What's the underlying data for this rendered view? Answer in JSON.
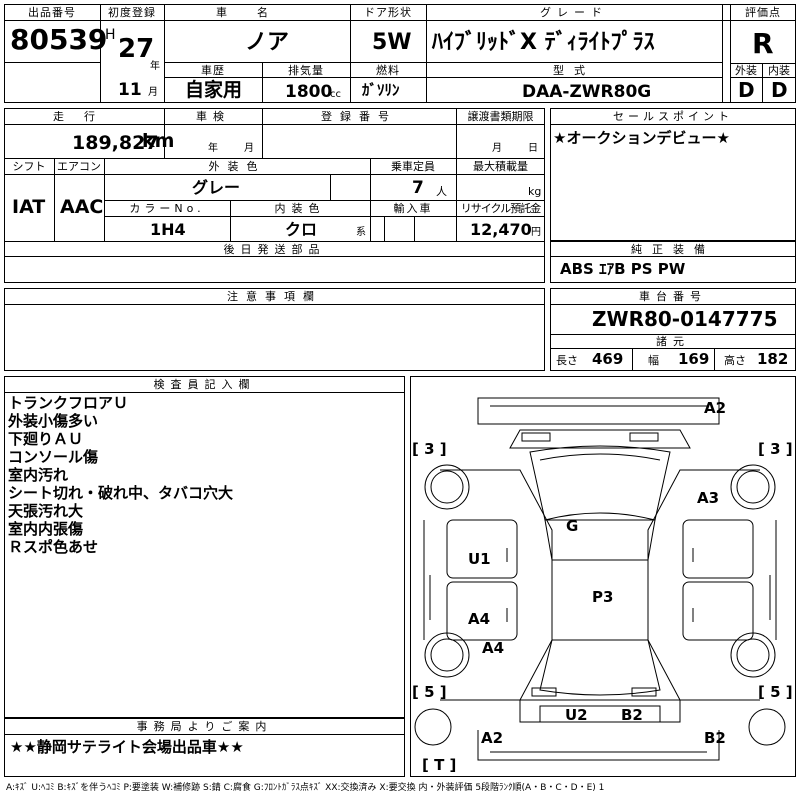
{
  "header": {
    "lot_label": "出品番号",
    "lot_value": "80539",
    "first_reg_label": "初度登録",
    "era": "H",
    "year": "27",
    "year_unit": "年",
    "month": "11",
    "month_unit": "月",
    "car_name_label": "車名",
    "car_name_value": "ノア",
    "door_label": "ドア形状",
    "door_value": "5W",
    "grade_label": "グレード",
    "grade_value": "ﾊｲﾌﾞﾘｯﾄﾞX ﾃﾞｨﾗｲﾄﾌﾟﾗｽ",
    "score_label": "評価点",
    "score_value": "R",
    "history_label": "車歴",
    "history_value": "自家用",
    "displacement_label": "排気量",
    "displacement_value": "1800",
    "displacement_unit": "cc",
    "fuel_label": "燃料",
    "fuel_value": "ｶﾞｿﾘﾝ",
    "model_label": "型式",
    "model_value": "DAA-ZWR80G",
    "exterior_label": "外装",
    "interior_label": "内装",
    "exterior_value": "D",
    "interior_value": "D"
  },
  "specs": {
    "mileage_label": "走行",
    "mileage_value": "189,827",
    "mileage_unit": "km",
    "inspection_label": "車検",
    "inspection_year": "年",
    "inspection_month": "月",
    "reg_no_label": "登録番号",
    "transfer_label": "譲渡書類期限",
    "transfer_month": "月",
    "transfer_day": "日",
    "shift_label": "シフト",
    "shift_value": "IAT",
    "ac_label": "エアコン",
    "ac_value": "AAC",
    "ext_color_label": "外装色",
    "ext_color_value": "グレー",
    "capacity_label": "乗車定員",
    "capacity_value": "7",
    "capacity_unit": "人",
    "load_label": "最大積載量",
    "load_unit": "kg",
    "color_no_label": "カラーNo.",
    "color_no_value": "1H4",
    "int_color_label": "内装色",
    "int_color_value": "クロ",
    "int_color_unit": "系",
    "import_label": "輸入車",
    "recycle_label": "リサイクル預託金",
    "recycle_value": "12,470",
    "recycle_unit": "円",
    "later_parts_label": "後日発送部品"
  },
  "sales_point": {
    "label": "セールスポイント",
    "text": "★オークションデビュー★"
  },
  "equipment": {
    "label": "純正装備",
    "text": "ABS ｴｱB PS PW"
  },
  "notes": {
    "label": "注意事項欄"
  },
  "chassis": {
    "label": "車台番号",
    "value": "ZWR80-0147775",
    "dims_label": "諸元",
    "length_label": "長さ",
    "length_value": "469",
    "width_label": "幅",
    "width_value": "169",
    "height_label": "高さ",
    "height_value": "182"
  },
  "inspector": {
    "label": "検査員記入欄",
    "lines": [
      "トランクフロアＵ",
      "外装小傷多い",
      "下廻りＡＵ",
      "コンソール傷",
      "室内汚れ",
      "シート切れ・破れ中、タバコ穴大",
      "天張汚れ大",
      "室内内張傷",
      "Ｒスポ色あせ"
    ]
  },
  "office": {
    "label": "事務局よりご案内",
    "text": "★★静岡サテライト会場出品車★★"
  },
  "diagram": {
    "bracket_left_top": "[ 3 ]",
    "bracket_right_top": "[ 3 ]",
    "bracket_left_bottom": "[ 5 ]",
    "bracket_right_bottom": "[ 5 ]",
    "bracket_bottom": "[ T ]",
    "marks": {
      "a2_top": "A2",
      "a3": "A3",
      "g": "G",
      "u1": "U1",
      "p3": "P3",
      "a4_a": "A4",
      "a4_b": "A4",
      "u2": "U2",
      "b2_mid": "B2",
      "a2_bottom": "A2",
      "b2_bottom": "B2"
    }
  },
  "legend": "A:ｷｽﾞ U:ﾍｺﾐ B:ｷｽﾞを伴うﾍｺﾐ P:要塗装 W:補修跡 S:錆 C:腐食 G:ﾌﾛﾝﾄｶﾞﾗｽ点ｷｽﾞ XX:交換済み X:要交換 内・外装評価 5段階ﾗﾝｸ順(A・B・C・D・E) 1"
}
